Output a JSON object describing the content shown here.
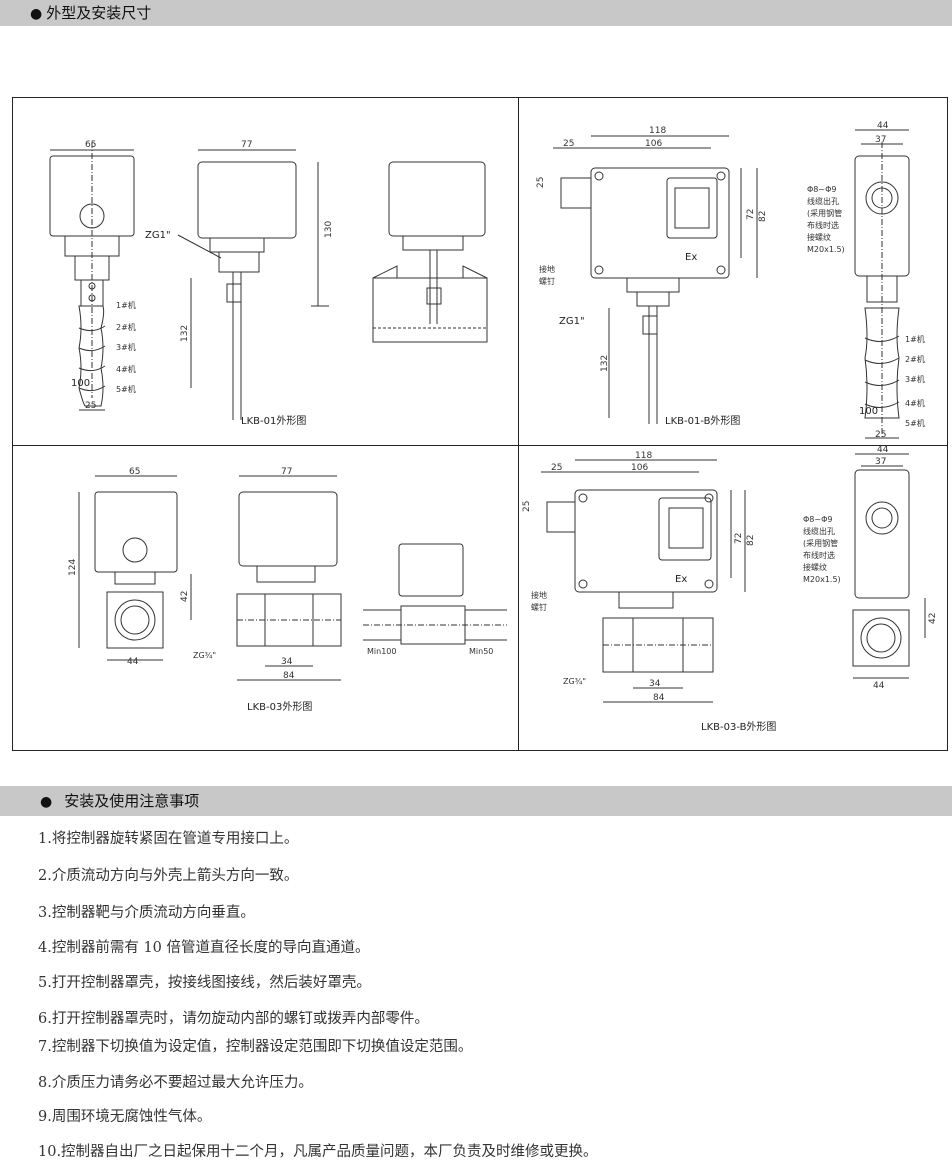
{
  "section1": {
    "title": "外型及安装尺寸",
    "bullet": "●"
  },
  "section2": {
    "title": "安装及使用注意事项",
    "bullet": "●"
  },
  "captions": {
    "lkb01": "LKB-01外形图",
    "lkb01b": "LKB-01-B外形图",
    "lkb03": "LKB-03外形图",
    "lkb03b": "LKB-03-B外形图"
  },
  "dims": {
    "w65": "65",
    "w77": "77",
    "h130": "130",
    "h132": "132",
    "w25": "25",
    "d100": "100",
    "zg1": "ZG1\"",
    "w118": "118",
    "w106": "106",
    "h72": "72",
    "h82": "82",
    "w44": "44",
    "w37": "37",
    "h124": "124",
    "h42": "42",
    "w34": "34",
    "w84": "84",
    "zg34": "ZG¾\"",
    "min100": "Min100",
    "min50": "Min50",
    "ex": "Ex"
  },
  "notes_b": {
    "cable1": "Φ8~Φ9",
    "cable2": "线缆出孔",
    "cable3": "(采用钢管",
    "cable4": "布线时选",
    "cable5": "接螺纹",
    "cable6": "M20x1.5)",
    "ground1": "接地",
    "ground2": "螺钉"
  },
  "paddles": [
    "1#机",
    "2#机",
    "3#机",
    "4#机",
    "5#机"
  ],
  "instructions": [
    "1.将控制器旋转紧固在管道专用接口上。",
    "2.介质流动方向与外壳上箭头方向一致。",
    "3.控制器靶与介质流动方向垂直。",
    "4.控制器前需有 10 倍管道直径长度的导向直通道。",
    "5.打开控制器罩壳，按接线图接线，然后装好罩壳。",
    "6.打开控制器罩壳时，请勿旋动内部的螺钉或拨弄内部零件。",
    "7.控制器下切换值为设定值，控制器设定范围即下切换值设定范围。",
    "8.介质压力请务必不要超过最大允许压力。",
    "9.周围环境无腐蚀性气体。",
    "10.控制器自出厂之日起保用十二个月，凡属产品质量问题，本厂负责及时维修或更换。"
  ]
}
